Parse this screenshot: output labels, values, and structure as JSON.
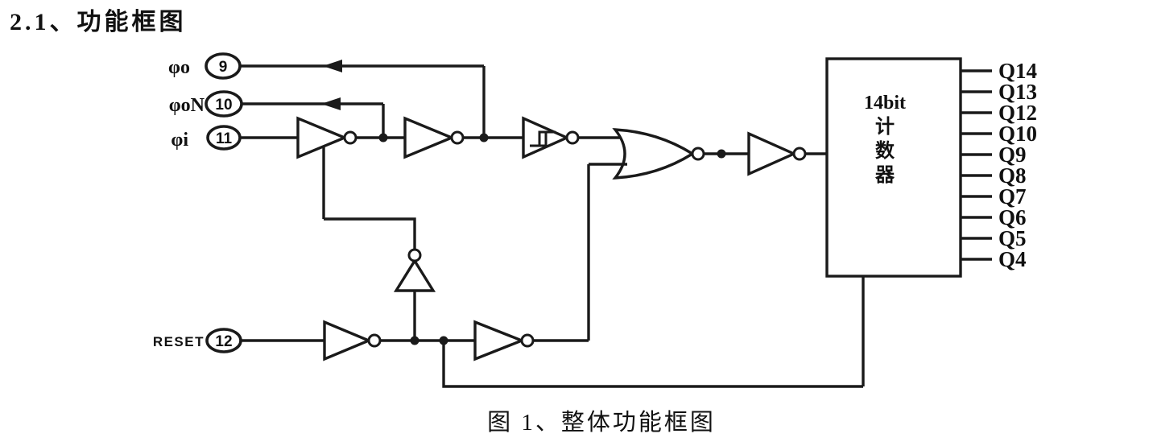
{
  "title": "2.1、功能框图",
  "caption": "图 1、整体功能框图",
  "diagram": {
    "pins": [
      {
        "label": "φo",
        "number": "9"
      },
      {
        "label": "φoN",
        "number": "10"
      },
      {
        "label": "φi",
        "number": "11"
      },
      {
        "label": "RESET",
        "number": "12"
      }
    ],
    "counter": {
      "title": "14bit",
      "name_chars": [
        "计",
        "数",
        "器"
      ]
    },
    "outputs": [
      "Q14",
      "Q13",
      "Q12",
      "Q10",
      "Q9",
      "Q8",
      "Q7",
      "Q6",
      "Q5",
      "Q4"
    ],
    "colors": {
      "ink": "#1a1a1a",
      "background": "#ffffff"
    }
  }
}
